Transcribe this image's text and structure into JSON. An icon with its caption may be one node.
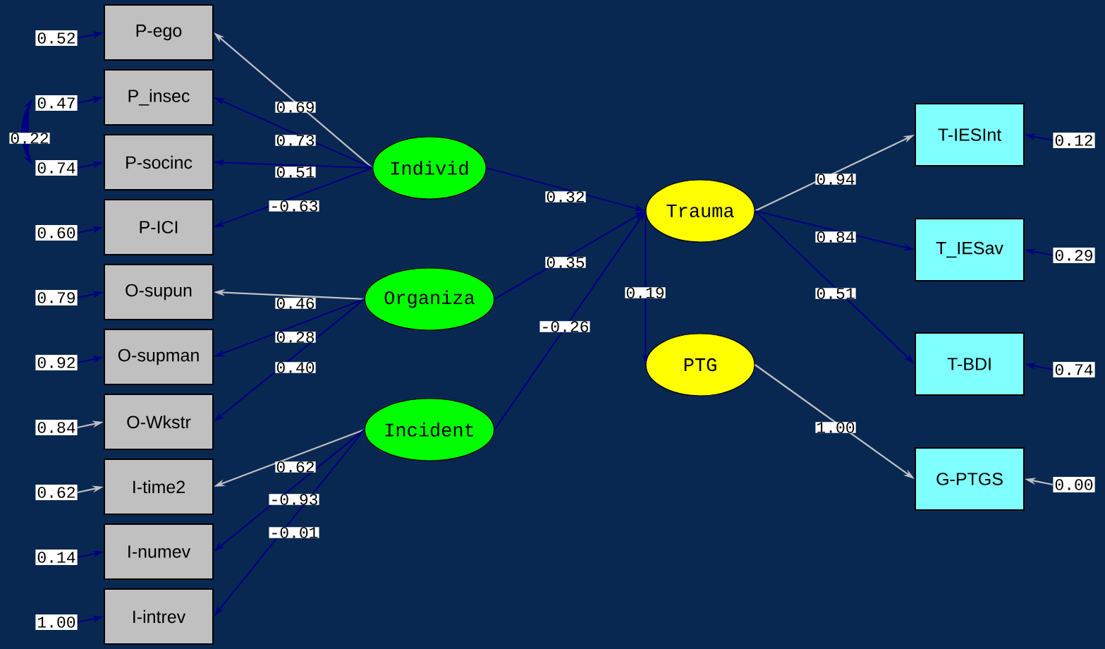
{
  "diagram": {
    "nodes": [
      {
        "text": [
          "P-ego"
        ]
      },
      {
        "text": [
          "P_insec"
        ]
      },
      {
        "text": [
          "P-socinc"
        ]
      },
      {
        "text": [
          "P-ICI"
        ]
      },
      {
        "text": [
          "O-supun"
        ]
      },
      {
        "text": [
          "O-supman"
        ]
      },
      {
        "text": [
          "O-Wkstr"
        ]
      },
      {
        "text": [
          "I-time2"
        ]
      },
      {
        "text": [
          "I-numev"
        ]
      },
      {
        "text": [
          "I-intrev"
        ]
      },
      {
        "text": [
          "Individ"
        ]
      },
      {
        "text": [
          "Organiza"
        ]
      },
      {
        "text": [
          "Incident"
        ]
      },
      {
        "text": [
          "Trauma"
        ]
      },
      {
        "text": [
          "PTG"
        ]
      },
      {
        "text": [
          "T-IESInt"
        ]
      },
      {
        "text": [
          "T_IESav"
        ]
      },
      {
        "text": [
          "T-BDI"
        ]
      },
      {
        "text": [
          "G-PTGS"
        ]
      },
      {
        "text": [
          "0.52"
        ]
      },
      {
        "text": [
          "0.47"
        ]
      },
      {
        "text": [
          "0.74"
        ]
      },
      {
        "text": [
          "0.60"
        ]
      },
      {
        "text": [
          "0.79"
        ]
      },
      {
        "text": [
          "0.92"
        ]
      },
      {
        "text": [
          "0.84"
        ]
      },
      {
        "text": [
          "0.62"
        ]
      },
      {
        "text": [
          "0.14"
        ]
      },
      {
        "text": [
          "1.00"
        ]
      },
      {
        "text": [
          "0.12"
        ]
      },
      {
        "text": [
          "0.29"
        ]
      },
      {
        "text": [
          "0.74"
        ]
      },
      {
        "text": [
          "0.00"
        ]
      }
    ],
    "edges": [
      {
        "from": 19,
        "to": 0,
        "arrow": "to"
      },
      {
        "from": 20,
        "to": 1,
        "arrow": "to"
      },
      {
        "from": 21,
        "to": 2,
        "arrow": "to"
      },
      {
        "from": 22,
        "to": 3,
        "arrow": "to"
      },
      {
        "from": 23,
        "to": 4,
        "arrow": "to"
      },
      {
        "from": 24,
        "to": 5,
        "arrow": "to"
      },
      {
        "from": 25,
        "to": 6,
        "arrow": "to",
        "color": "#c0c0c0"
      },
      {
        "from": 26,
        "to": 7,
        "arrow": "to",
        "color": "#c0c0c0"
      },
      {
        "from": 27,
        "to": 8,
        "arrow": "to"
      },
      {
        "from": 28,
        "to": 9,
        "arrow": "to"
      },
      {
        "from": 20,
        "to": 21,
        "arrow": "both",
        "label": "0.22"
      },
      {
        "from": 10,
        "to": 0,
        "arrow": "to",
        "label": "0.69",
        "color": "#c0c0c0"
      },
      {
        "from": 10,
        "to": 1,
        "arrow": "to",
        "label": "0.73"
      },
      {
        "from": 10,
        "to": 2,
        "arrow": "to",
        "label": "0.51"
      },
      {
        "from": 10,
        "to": 3,
        "arrow": "to",
        "label": "-0.63"
      },
      {
        "from": 11,
        "to": 4,
        "arrow": "to",
        "label": "0.46",
        "color": "#c0c0c0"
      },
      {
        "from": 11,
        "to": 5,
        "arrow": "to",
        "label": "0.28"
      },
      {
        "from": 11,
        "to": 6,
        "arrow": "to",
        "label": "0.40"
      },
      {
        "from": 12,
        "to": 7,
        "arrow": "to",
        "label": "0.62",
        "color": "#c0c0c0"
      },
      {
        "from": 12,
        "to": 8,
        "arrow": "to",
        "label": "-0.93"
      },
      {
        "from": 12,
        "to": 9,
        "arrow": "to",
        "label": "-0.01"
      },
      {
        "from": 10,
        "to": 13,
        "arrow": "to",
        "label": "0.32"
      },
      {
        "from": 11,
        "to": 13,
        "arrow": "to",
        "label": "0.35"
      },
      {
        "from": 12,
        "to": 13,
        "arrow": "to",
        "label": "-0.26"
      },
      {
        "from": 13,
        "to": 14,
        "arrow": "to",
        "label": "0.19"
      },
      {
        "from": 13,
        "to": 15,
        "arrow": "to",
        "label": "0.94",
        "color": "#c0c0c0"
      },
      {
        "from": 13,
        "to": 16,
        "arrow": "to",
        "label": "0.84"
      },
      {
        "from": 13,
        "to": 17,
        "arrow": "to",
        "label": "0.51"
      },
      {
        "from": 14,
        "to": 18,
        "arrow": "to",
        "label": "1.00",
        "color": "#c0c0c0"
      },
      {
        "from": 29,
        "to": 15,
        "arrow": "to"
      },
      {
        "from": 30,
        "to": 16,
        "arrow": "to"
      },
      {
        "from": 31,
        "to": 17,
        "arrow": "to"
      },
      {
        "from": 32,
        "to": 18,
        "arrow": "to",
        "color": "#c0c0c0"
      }
    ]
  }
}
